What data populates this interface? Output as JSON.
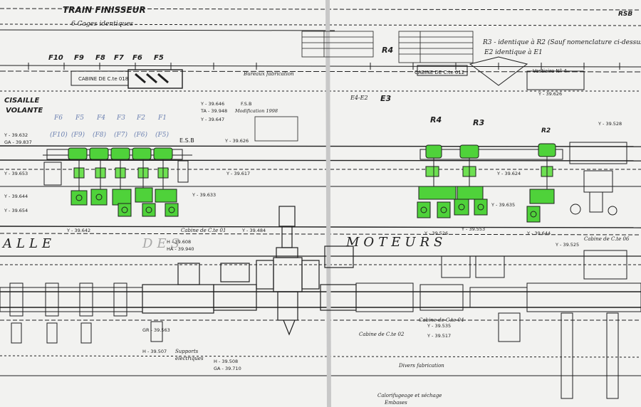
{
  "title": {
    "main": "TRAIN  FINISSEUR",
    "sub": "6 Cages identiques"
  },
  "top_right": {
    "rsb": "RSB",
    "r3_note": "R3 - identique à R2 (Sauf nomenclature ci-dessus)",
    "e2_note": "E2    identique à E1"
  },
  "stands_top": [
    "F10",
    "F9",
    "F8",
    "F7",
    "F6",
    "F5"
  ],
  "stands_blue_top": [
    "F6",
    "F5",
    "F4",
    "F3",
    "F2",
    "F1"
  ],
  "stands_blue_bottom": [
    "(F10)",
    "(F9)",
    "(F8)",
    "(F7)",
    "(F6)",
    "(F5)"
  ],
  "labels": {
    "cisaille": "CISAILLE",
    "volante": "VOLANTE",
    "cabine_018": "CABINE DE C.te 018",
    "cabine_012": "CABINE DE C.te 012",
    "cabine_01": "Cabine de C.te 01",
    "cabine_04": "Cabine de C.te 04",
    "cabine_06": "Cabine de C.te 06",
    "cabine_02": "Cabine de C.te 02",
    "vestiaire": "Vestiaire N° 4",
    "salle": "ALLE",
    "des": "DES",
    "moteurs": "MOTEURS",
    "esb": "E.S.B",
    "fsb": "F.S.B",
    "modif": "Modification 1998",
    "r4a": "R4",
    "r4b": "R4",
    "r3": "R3",
    "r2": "R2",
    "e3": "E3",
    "e4e2": "E4-E2",
    "supports": "Supports",
    "electriques": "electriques",
    "divers": "Divers fabrication",
    "bureau": "Bureaux fabrication",
    "calorie": "Calorifugeage et séchage",
    "embases": "Embases"
  },
  "coords": {
    "y1": "Y - 39.632",
    "ga1": "GA - 39.837",
    "y2": "Y - 39.653",
    "y3": "Y - 39.644",
    "y4": "Y - 39.654",
    "y5": "Y - 39.642",
    "ya": "Y - 39.646",
    "yb": "TA - 39.948",
    "yc": "Y - 39.647",
    "yd": "Y - 39.626",
    "ye": "Y - 39.633",
    "yf": "Y - 39.617",
    "yg": "Y - 39.626",
    "yh": "Y - 39.528",
    "yi": "Y - 39.624",
    "yj": "Y - 39.635",
    "yk": "Y - 39.644",
    "yl": "Y - 39.553",
    "ym": "Y - 39.526",
    "yn": "Y - 39.525",
    "yo": "Y - 39.535",
    "yp": "Y - 39.517",
    "yq": "Y - 39.484",
    "ha": "HA - 39.940",
    "hb": "H - 39.608",
    "hc": "H - 39.507",
    "hd": "H - 39.508",
    "he": "GA - 39.710",
    "hf": "GR - 39.563"
  },
  "colors": {
    "highlight": "#4fd23a",
    "ink": "#1f1f1f",
    "paper": "#f2f2f0",
    "pencil": "#6a7fb0"
  }
}
